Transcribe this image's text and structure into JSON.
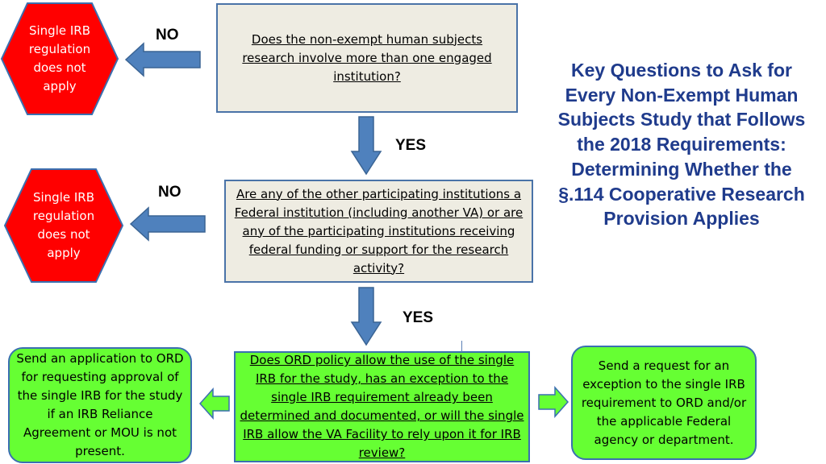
{
  "title": "Key Questions to Ask for Every Non-Exempt Human Subjects Study that Follows the 2018 Requirements: Determining Whether the §.114 Cooperative Research Provision Applies",
  "labels": {
    "no1": "NO",
    "no2": "NO",
    "yes1": "YES",
    "yes2": "YES"
  },
  "hexagons": {
    "top": "Single IRB regulation does not apply",
    "middle": "Single IRB regulation does not apply"
  },
  "questions": {
    "q1": "Does the non-exempt human subjects research involve more than one engaged institution?",
    "q2": "Are any of the other participating institutions a Federal institution (including another VA) or are any of the participating institutions receiving federal funding or support for the research activity?",
    "q3": "Does ORD policy allow the use of the single IRB for the study, has an exception to the single IRB requirement already been determined and documented, or will the single IRB allow the VA Facility to rely upon it for IRB review?"
  },
  "outcomes": {
    "left": "Send an application to ORD for requesting approval of the single IRB for the study if an IRB Reliance Agreement or MOU is not present.",
    "right": "Send a request for an exception to the single IRB requirement to ORD and/or the applicable Federal agency or department."
  },
  "colors": {
    "hexagon": "#ff0000",
    "question_bg": "#eeece2",
    "outcome_bg": "#66ff33",
    "arrow_blue": "#4f81bd",
    "arrow_green": "#66ff33",
    "title": "#1f3b8c"
  }
}
